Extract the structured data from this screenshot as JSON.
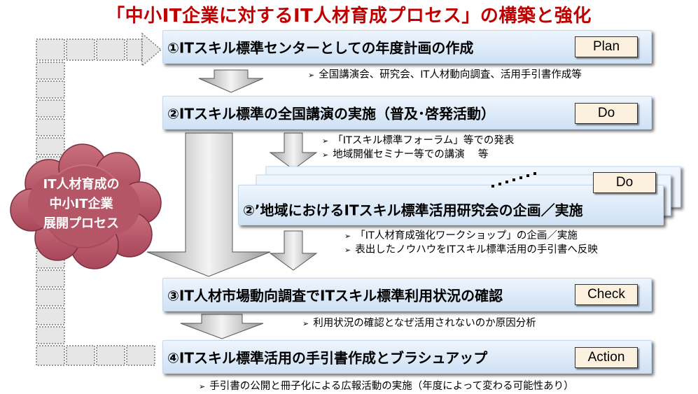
{
  "title": "「中小IT企業に対するIT人材育成プロセス」の構築と強化",
  "cloud": {
    "lines": [
      "IT人材育成の",
      "中小IT企業",
      "展開プロセス"
    ]
  },
  "steps": [
    {
      "label": "①ITスキル標準センターとしての年度計画の作成",
      "badge": "Plan"
    },
    {
      "label": "②ITスキル標準の全国講演の実施（普及･啓発活動）",
      "badge": "Do"
    },
    {
      "label": "②’地域におけるITスキル標準活用研究会の企画／実施",
      "badge": "Do"
    },
    {
      "label": "③IT人材市場動向調査でITスキル標準利用状況の確認",
      "badge": "Check"
    },
    {
      "label": "④ITスキル標準活用の手引書作成とブラシュアップ",
      "badge": "Action"
    }
  ],
  "notes": {
    "plan": [
      "全国講演会、研究会、IT人材動向調査、活用手引書作成等"
    ],
    "do": [
      "「ITスキル標準フォーラム」等での発表",
      "地域開催セミナー等での講演　 等"
    ],
    "do2": [
      "「IT人材育成強化ワークショップ」の企画／実施",
      "表出したノウハウをITスキル標準活用の手引書へ反映"
    ],
    "check": [
      "利用状況の確認となぜ活用されないのか原因分析"
    ],
    "action": [
      "手引書の公開と冊子化による広報活動の実施（年度によって変わる可能性あり）"
    ]
  },
  "colors": {
    "title": "#c00000",
    "cloud": "#b85868",
    "box": "#dbe9f8",
    "badge": "#fcf0de"
  }
}
